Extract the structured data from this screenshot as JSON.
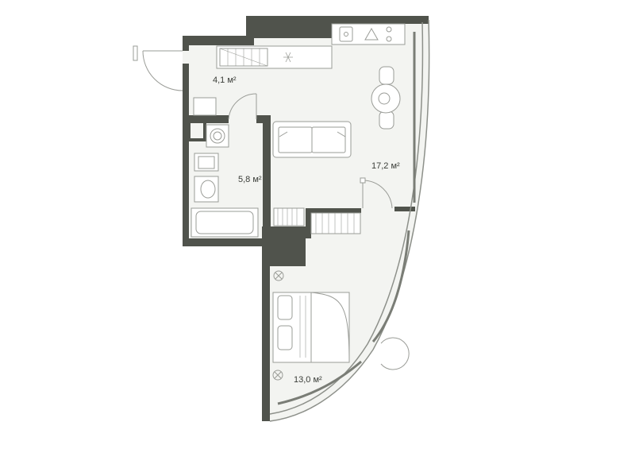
{
  "colors": {
    "wall": "#50534c",
    "floor": "#f3f4f1",
    "furniture_stroke": "#9a9c97",
    "text": "#3a3d38",
    "background": "#ffffff"
  },
  "rooms": [
    {
      "id": "hallway",
      "label": "4,1 м²"
    },
    {
      "id": "bathroom",
      "label": "5,8 м²"
    },
    {
      "id": "living-room",
      "label": "17,2 м²"
    },
    {
      "id": "bedroom",
      "label": "13,0 м²"
    }
  ],
  "icons": [
    "snowflake-icon",
    "sink-icon",
    "stove-icon",
    "toilet-icon",
    "washer-icon",
    "bathtub-icon",
    "sofa-icon",
    "dining-table-icon",
    "bed-icon",
    "plant-icon"
  ]
}
